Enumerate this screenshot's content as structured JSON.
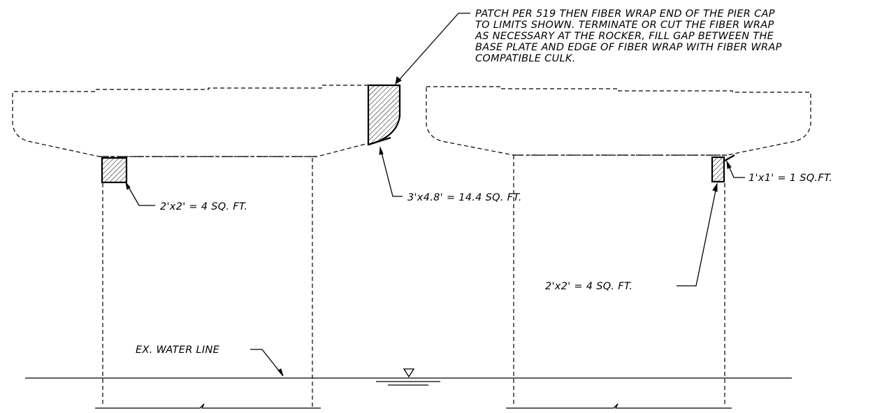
{
  "notes": {
    "main_note": [
      "PATCH PER 519 THEN FIBER WRAP END OF THE PIER CAP",
      "TO LIMITS SHOWN. TERMINATE OR CUT THE FIBER WRAP",
      "AS NECESSARY AT THE ROCKER, FILL GAP BETWEEN THE",
      "BASE PLATE AND EDGE OF FIBER WRAP WITH FIBER WRAP",
      "COMPATIBLE CULK."
    ],
    "patch_left_area": "2'x2' = 4 SQ. FT.",
    "patch_center_area": "3'x4.8' = 14.4 SQ. FT.",
    "patch_right_small_area": "1'x1' = 1 SQ.FT.",
    "patch_right_area": "2'x2' = 4 SQ. FT.",
    "water_line_label": "EX. WATER LINE"
  },
  "colors": {
    "ink": "#000000",
    "background": "#ffffff"
  }
}
